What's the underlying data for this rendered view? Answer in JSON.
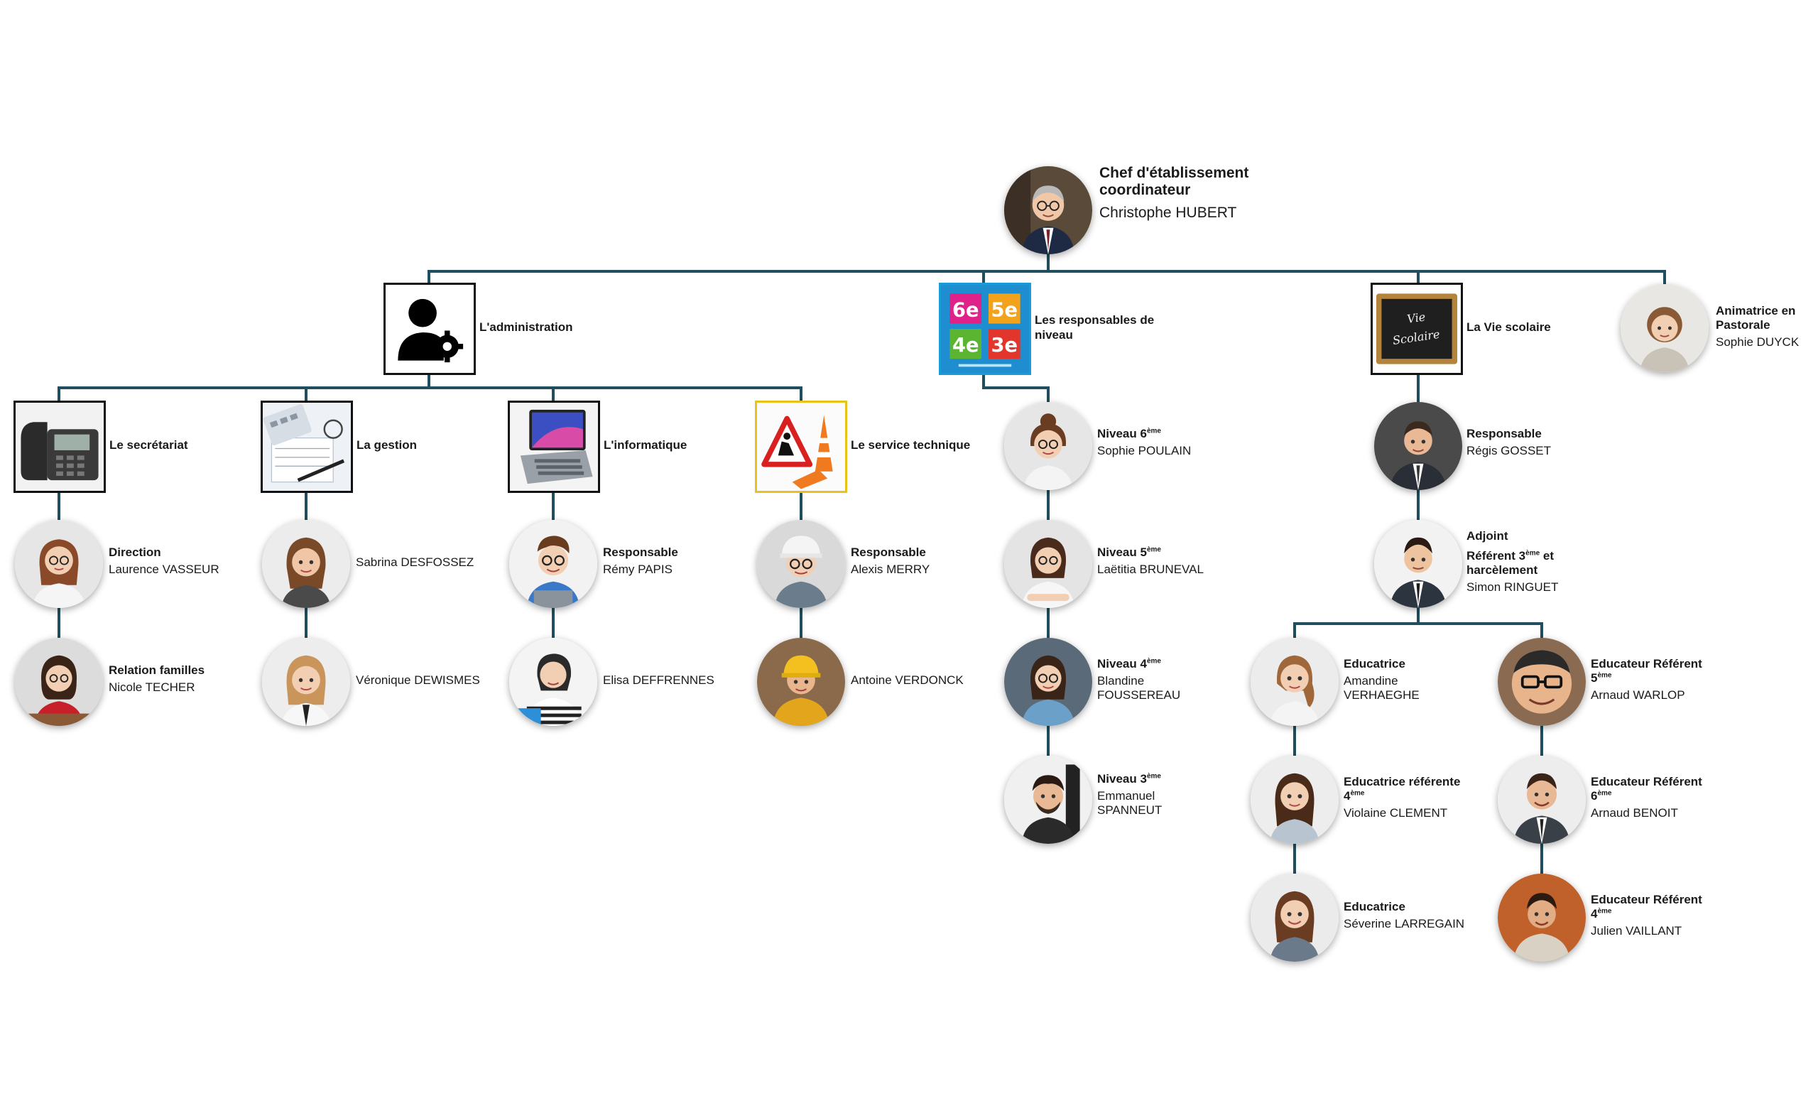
{
  "colors": {
    "line": "#1f4e5e",
    "frame": "#111111",
    "frame_tech": "#e8c21a",
    "frame_level": "#1a9bd8"
  },
  "chief": {
    "role": "Chef d'établissement coordinateur",
    "name": "Christophe HUBERT"
  },
  "units": {
    "administration": "L'administration",
    "niveau": "Les responsables de niveau",
    "vie_scolaire": "La Vie scolaire"
  },
  "pastorale": {
    "role": "Animatrice en Pastorale",
    "name": "Sophie DUYCK"
  },
  "admin_services": {
    "secretariat": "Le secrétariat",
    "gestion": "La gestion",
    "informatique": "L'informatique",
    "technique": "Le service technique"
  },
  "people": {
    "sec1_role": "Direction",
    "sec1_name": "Laurence VASSEUR",
    "sec2_role": "Relation familles",
    "sec2_name": "Nicole TECHER",
    "ges1_name": "Sabrina DESFOSSEZ",
    "ges2_name": "Véronique DEWISMES",
    "inf1_role": "Responsable",
    "inf1_name": "Rémy PAPIS",
    "inf2_name": "Elisa DEFFRENNES",
    "tec1_role": "Responsable",
    "tec1_name": "Alexis MERRY",
    "tec2_name": "Antoine VERDONCK",
    "niv6_name": "Sophie POULAIN",
    "niv5_name": "Laëtitia BRUNEVAL",
    "niv4_name": "Blandine FOUSSEREAU",
    "niv3_name": "Emmanuel SPANNEUT",
    "vs_resp_role": "Responsable",
    "vs_resp_name": "Régis GOSSET",
    "vs_adj_role1": "Adjoint",
    "vs_adj_name": "Simon RINGUET",
    "edu1_role": "Educatrice",
    "edu1_name": "Amandine VERHAEGHE",
    "edu2_name": "Violaine CLEMENT",
    "edu3_role": "Educatrice",
    "edu3_name": "Séverine LARREGAIN",
    "edr1_name": "Arnaud WARLOP",
    "edr2_name": "Arnaud BENOIT",
    "edr3_name": "Julien VAILLANT"
  },
  "sup_text": {
    "eme": "ème"
  },
  "niveau_labels": {
    "niv": "Niveau",
    "n6": "6",
    "n5": "5",
    "n4": "4",
    "n3": "3"
  },
  "split_roles": {
    "adj_ref": "Référent 3",
    "adj_ref_tail": " et harcèlement",
    "edu2_role": "Educatrice référente 4",
    "edr1_role": "Educateur Référent 5",
    "edr2_role": "Educateur Référent 6",
    "edr3_role": "Educateur Référent 4"
  },
  "icons": {
    "administration": "admin-gear-person-icon",
    "niveau": "levels-6e-5e-4e-3e-icon",
    "vie_scolaire": "chalkboard-vie-scolaire-icon",
    "secretariat": "desk-phone-icon",
    "gestion": "calculator-paper-icon",
    "informatique": "laptop-icon",
    "technique": "roadworks-sign-icon"
  },
  "level_tiles": {
    "t6": "6e",
    "t5": "5e",
    "t4": "4e",
    "t3": "3e"
  },
  "chalk": {
    "l1": "Vie",
    "l2": "Scolaire"
  }
}
